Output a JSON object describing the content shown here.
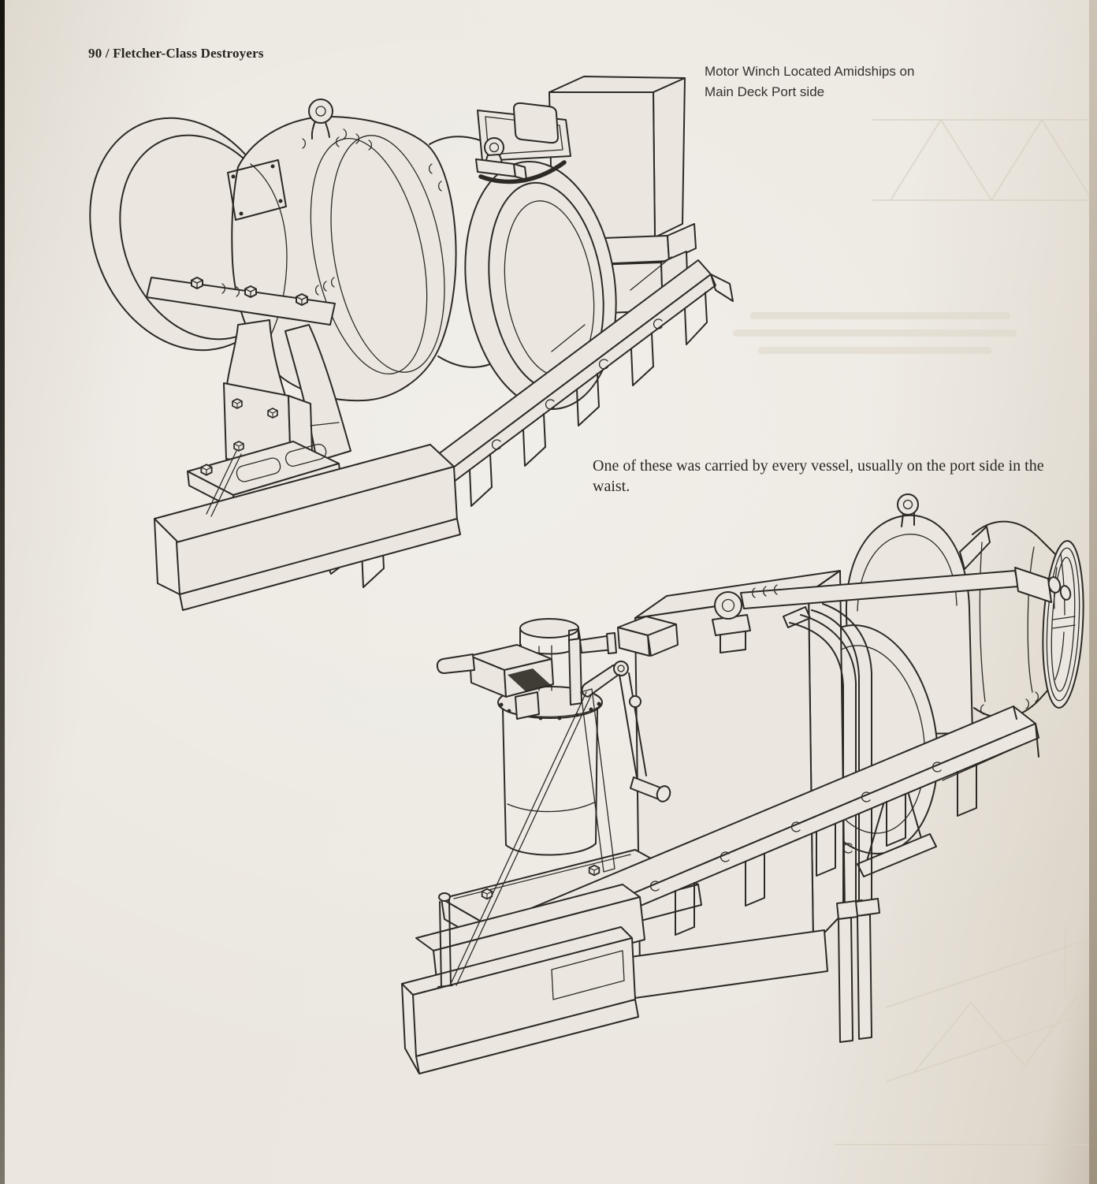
{
  "page": {
    "number_header": "90 / Fletcher-Class Destroyers",
    "figure_caption": {
      "line1": "Motor Winch Located Amidships on",
      "line2": "Main Deck Port side"
    },
    "body_text": {
      "line1": "One of these was carried by every vessel, usually on the port side in the",
      "line2": "waist."
    }
  },
  "illustrations": {
    "upper": {
      "label": "motor-winch-drawing-motor-end"
    },
    "lower": {
      "label": "motor-winch-drawing-controller-end"
    }
  },
  "colors": {
    "paper": "#ebe7e0",
    "ink": "#2d2a25",
    "page_edge_left": "#1c1b18",
    "page_edge_right": "#b5a998"
  }
}
